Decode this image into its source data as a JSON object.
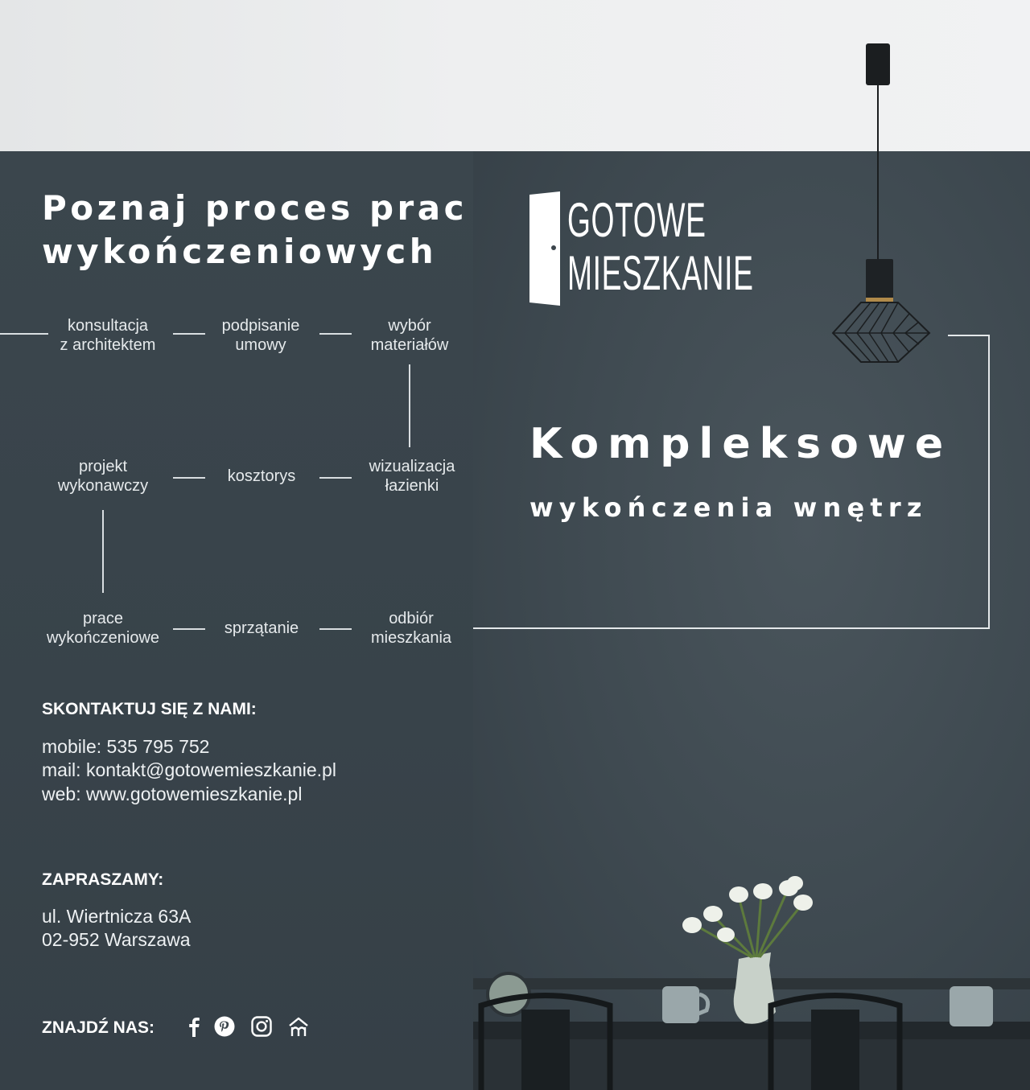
{
  "heading": {
    "line1": "Poznaj proces prac",
    "line2": "wykończeniowych"
  },
  "process_steps": [
    {
      "line1": "konsultacja",
      "line2": "z architektem"
    },
    {
      "line1": "podpisanie",
      "line2": "umowy"
    },
    {
      "line1": "wybór",
      "line2": "materiałów"
    },
    {
      "line1": "projekt",
      "line2": "wykonawczy"
    },
    {
      "line1": "kosztorys",
      "line2": ""
    },
    {
      "line1": "wizualizacja",
      "line2": "łazienki"
    },
    {
      "line1": "prace",
      "line2": "wykończeniowe"
    },
    {
      "line1": "sprzątanie",
      "line2": ""
    },
    {
      "line1": "odbiór",
      "line2": "mieszkania"
    }
  ],
  "contact": {
    "heading": "SKONTAKTUJ SIĘ Z NAMI:",
    "mobile": "mobile: 535 795 752",
    "mail": "mail: kontakt@gotowemieszkanie.pl",
    "web": "web: www.gotowemieszkanie.pl"
  },
  "address": {
    "heading": "ZAPRASZAMY:",
    "street": "ul. Wiertnicza 63A",
    "city": "02-952 Warszawa"
  },
  "social": {
    "heading": "ZNAJDŹ NAS:",
    "icons": [
      "facebook-icon",
      "pinterest-icon",
      "instagram-icon",
      "homebook-icon"
    ]
  },
  "logo": {
    "line1": "GOTOWE",
    "line2": "MIESZKANIE"
  },
  "tagline": {
    "main": "Kompleksowe",
    "sub": "wykończenia wnętrz"
  },
  "colors": {
    "panel": "#3b454c",
    "ceiling": "#eeeff0",
    "text": "#ffffff",
    "line": "#d9dee1"
  }
}
